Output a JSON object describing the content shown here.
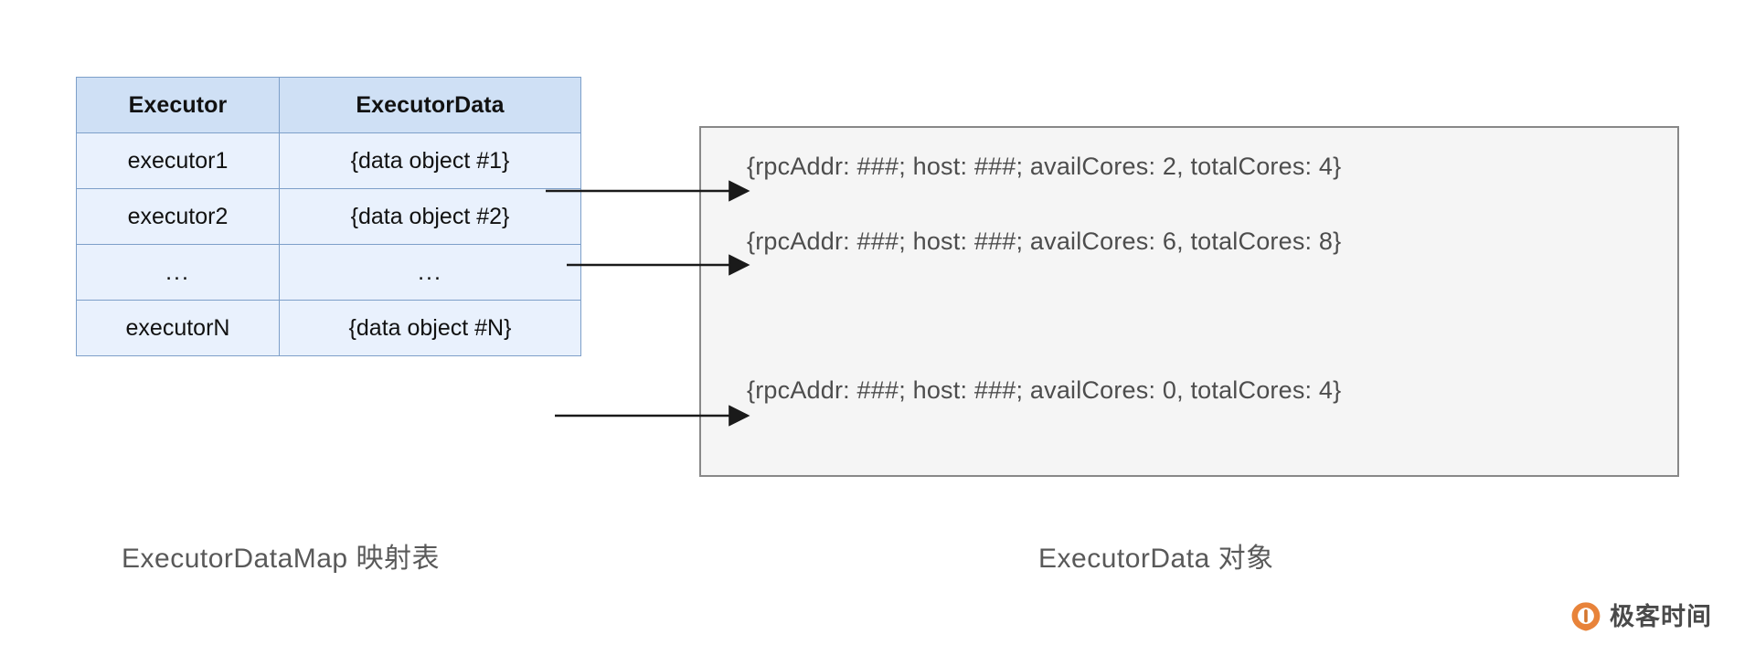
{
  "table": {
    "headers": [
      "Executor",
      "ExecutorData"
    ],
    "rows": [
      {
        "executor": "executor1",
        "data": "{data object #1}"
      },
      {
        "executor": "executor2",
        "data": "{data object #2}"
      },
      {
        "executor": "...",
        "data": "..."
      },
      {
        "executor": "executorN",
        "data": "{data object #N}"
      }
    ]
  },
  "panel": {
    "lines": [
      "{rpcAddr: ###; host: ###; availCores: 2, totalCores: 4}",
      "{rpcAddr: ###; host: ###; availCores: 6, totalCores: 8}",
      "{rpcAddr: ###; host: ###; availCores: 0, totalCores: 4}"
    ]
  },
  "captions": {
    "left": "ExecutorDataMap 映射表",
    "right": "ExecutorData 对象"
  },
  "watermark": {
    "text": "极客时间",
    "logo_color": "#e8833a"
  },
  "colors": {
    "table_header_fill": "#cfe0f5",
    "table_body_fill": "#e9f1fd",
    "table_border": "#7d9fc9",
    "panel_fill": "#f5f5f5",
    "panel_border": "#888888",
    "arrow": "#1a1a1a",
    "caption_text": "#595959",
    "panel_text": "#4d4d4d"
  }
}
